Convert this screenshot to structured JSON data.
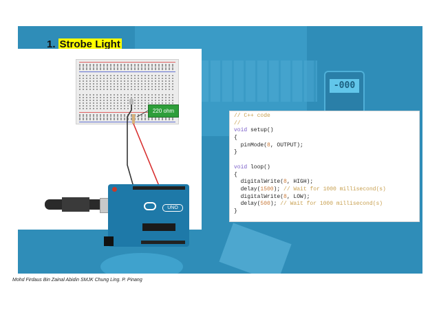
{
  "title": {
    "number": "1.",
    "text": "Strobe Light"
  },
  "meter_display": "-000",
  "resistor_label": "220 ohm",
  "arduino_label": "UNO",
  "code": {
    "lines": [
      {
        "segments": [
          {
            "t": "// C++ code",
            "c": "com"
          }
        ]
      },
      {
        "segments": [
          {
            "t": "//",
            "c": "com"
          }
        ]
      },
      {
        "segments": [
          {
            "t": "void",
            "c": "kw"
          },
          {
            "t": " setup()",
            "c": ""
          }
        ]
      },
      {
        "segments": [
          {
            "t": "{",
            "c": ""
          }
        ]
      },
      {
        "segments": [
          {
            "t": "  pinMode(",
            "c": ""
          },
          {
            "t": "8",
            "c": "num"
          },
          {
            "t": ", OUTPUT);",
            "c": ""
          }
        ]
      },
      {
        "segments": [
          {
            "t": "}",
            "c": ""
          }
        ]
      },
      {
        "segments": [
          {
            "t": "",
            "c": ""
          }
        ]
      },
      {
        "segments": [
          {
            "t": "void",
            "c": "kw"
          },
          {
            "t": " loop()",
            "c": ""
          }
        ]
      },
      {
        "segments": [
          {
            "t": "{",
            "c": ""
          }
        ]
      },
      {
        "segments": [
          {
            "t": "  digitalWrite(",
            "c": ""
          },
          {
            "t": "8",
            "c": "num"
          },
          {
            "t": ", HIGH);",
            "c": ""
          }
        ]
      },
      {
        "segments": [
          {
            "t": "  delay(",
            "c": ""
          },
          {
            "t": "1500",
            "c": "num"
          },
          {
            "t": "); ",
            "c": ""
          },
          {
            "t": "// Wait for 1000 millisecond(s)",
            "c": "com"
          }
        ]
      },
      {
        "segments": [
          {
            "t": "  digitalWrite(",
            "c": ""
          },
          {
            "t": "8",
            "c": "num"
          },
          {
            "t": ", LOW);",
            "c": ""
          }
        ]
      },
      {
        "segments": [
          {
            "t": "  delay(",
            "c": ""
          },
          {
            "t": "500",
            "c": "num"
          },
          {
            "t": "); ",
            "c": ""
          },
          {
            "t": "// Wait for 1000 millisecond(s)",
            "c": "com"
          }
        ]
      },
      {
        "segments": [
          {
            "t": "}",
            "c": ""
          }
        ]
      }
    ]
  },
  "footer": "Mohd Firdaus Bin Zainal Abidin SMJK Chung Ling. P. Pinang",
  "colors": {
    "slide_bg": "#2f8db8",
    "highlight": "#ffff00",
    "label_green": "#2e9e3a",
    "wire_red": "#d83030"
  }
}
